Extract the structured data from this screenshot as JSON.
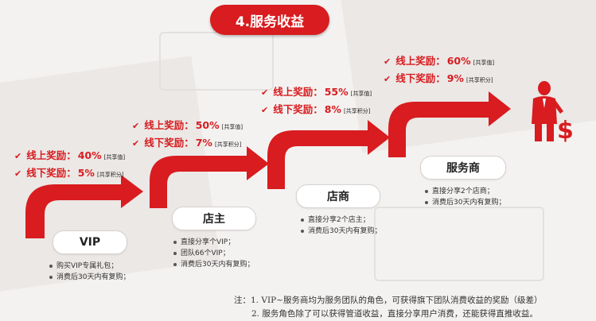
{
  "title": "4.服务收益",
  "colors": {
    "accent": "#d81c1f"
  },
  "tiers": [
    {
      "name": "VIP",
      "rewards": [
        {
          "label": "线上奖励：",
          "value": "40%",
          "note": "[共享值]"
        },
        {
          "label": "线下奖励：",
          "value": "5%",
          "note": "[共享积分]"
        }
      ],
      "bullets": [
        "购买VIP专属礼包；",
        "消费后30天内有复购；"
      ]
    },
    {
      "name": "店主",
      "rewards": [
        {
          "label": "线上奖励：",
          "value": "50%",
          "note": "[共享值]"
        },
        {
          "label": "线下奖励：",
          "value": "7%",
          "note": "[共享积分]"
        }
      ],
      "bullets": [
        "直接分享个VIP；",
        "团队66个VIP；",
        "消费后30天内有复购；"
      ]
    },
    {
      "name": "店商",
      "rewards": [
        {
          "label": "线上奖励：",
          "value": "55%",
          "note": "[共享值]"
        },
        {
          "label": "线下奖励：",
          "value": "8%",
          "note": "[共享积分]"
        }
      ],
      "bullets": [
        "直接分享2个店主；",
        "消费后30天内有复购；"
      ]
    },
    {
      "name": "服务商",
      "rewards": [
        {
          "label": "线上奖励：",
          "value": "60%",
          "note": "[共享值]"
        },
        {
          "label": "线下奖励：",
          "value": "9%",
          "note": "[共享积分]"
        }
      ],
      "bullets": [
        "直接分享2个店商；",
        "消费后30天内有复购；"
      ]
    }
  ],
  "icons": {
    "check": "check-icon",
    "person": "businessman-dollar-icon"
  },
  "footnote": {
    "prefix": "注：",
    "line1": "1. VIP~服务商均为服务团队的角色，可获得旗下团队消费收益的奖励（级差）",
    "line2": "2. 服务角色除了可以获得管道收益，直接分享用户消费，还能获得直推收益。"
  }
}
